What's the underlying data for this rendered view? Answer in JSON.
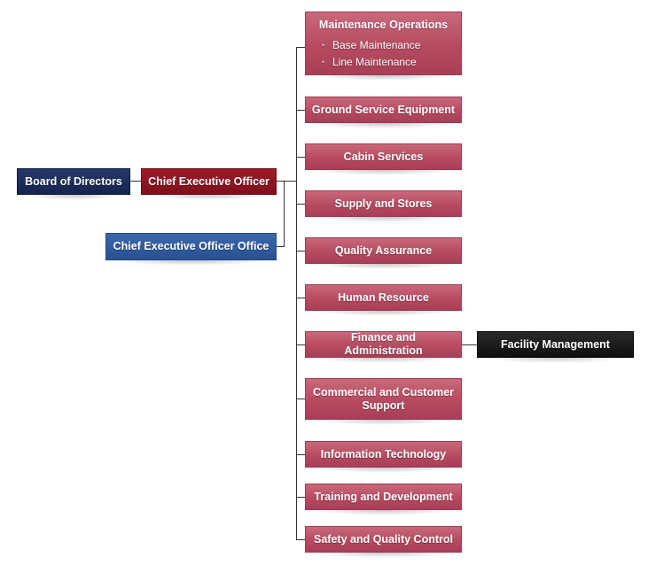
{
  "board": {
    "label": "Board of Directors"
  },
  "ceo": {
    "label": "Chief Executive Officer"
  },
  "ceo_office": {
    "label": "Chief Executive Officer Office"
  },
  "departments": {
    "maintenance": {
      "label": "Maintenance Operations",
      "children": [
        "Base Maintenance",
        "Line Maintenance"
      ]
    },
    "ground_service": {
      "label": "Ground Service Equipment"
    },
    "cabin": {
      "label": "Cabin Services"
    },
    "supply": {
      "label": "Supply and Stores"
    },
    "quality": {
      "label": "Quality Assurance"
    },
    "hr": {
      "label": "Human Resource"
    },
    "finance": {
      "label": "Finance and Administration"
    },
    "commercial": {
      "label": "Commercial and Customer Support"
    },
    "it": {
      "label": "Information Technology"
    },
    "training": {
      "label": "Training and Development"
    },
    "safety": {
      "label": "Safety and Quality Control"
    }
  },
  "facility": {
    "label": "Facility Management"
  },
  "colors": {
    "department": "#b64a60",
    "board": "#15244d",
    "ceo": "#8a1322",
    "ceo_office": "#2e5a9e",
    "facility": "#141414",
    "connector": "#333333"
  }
}
